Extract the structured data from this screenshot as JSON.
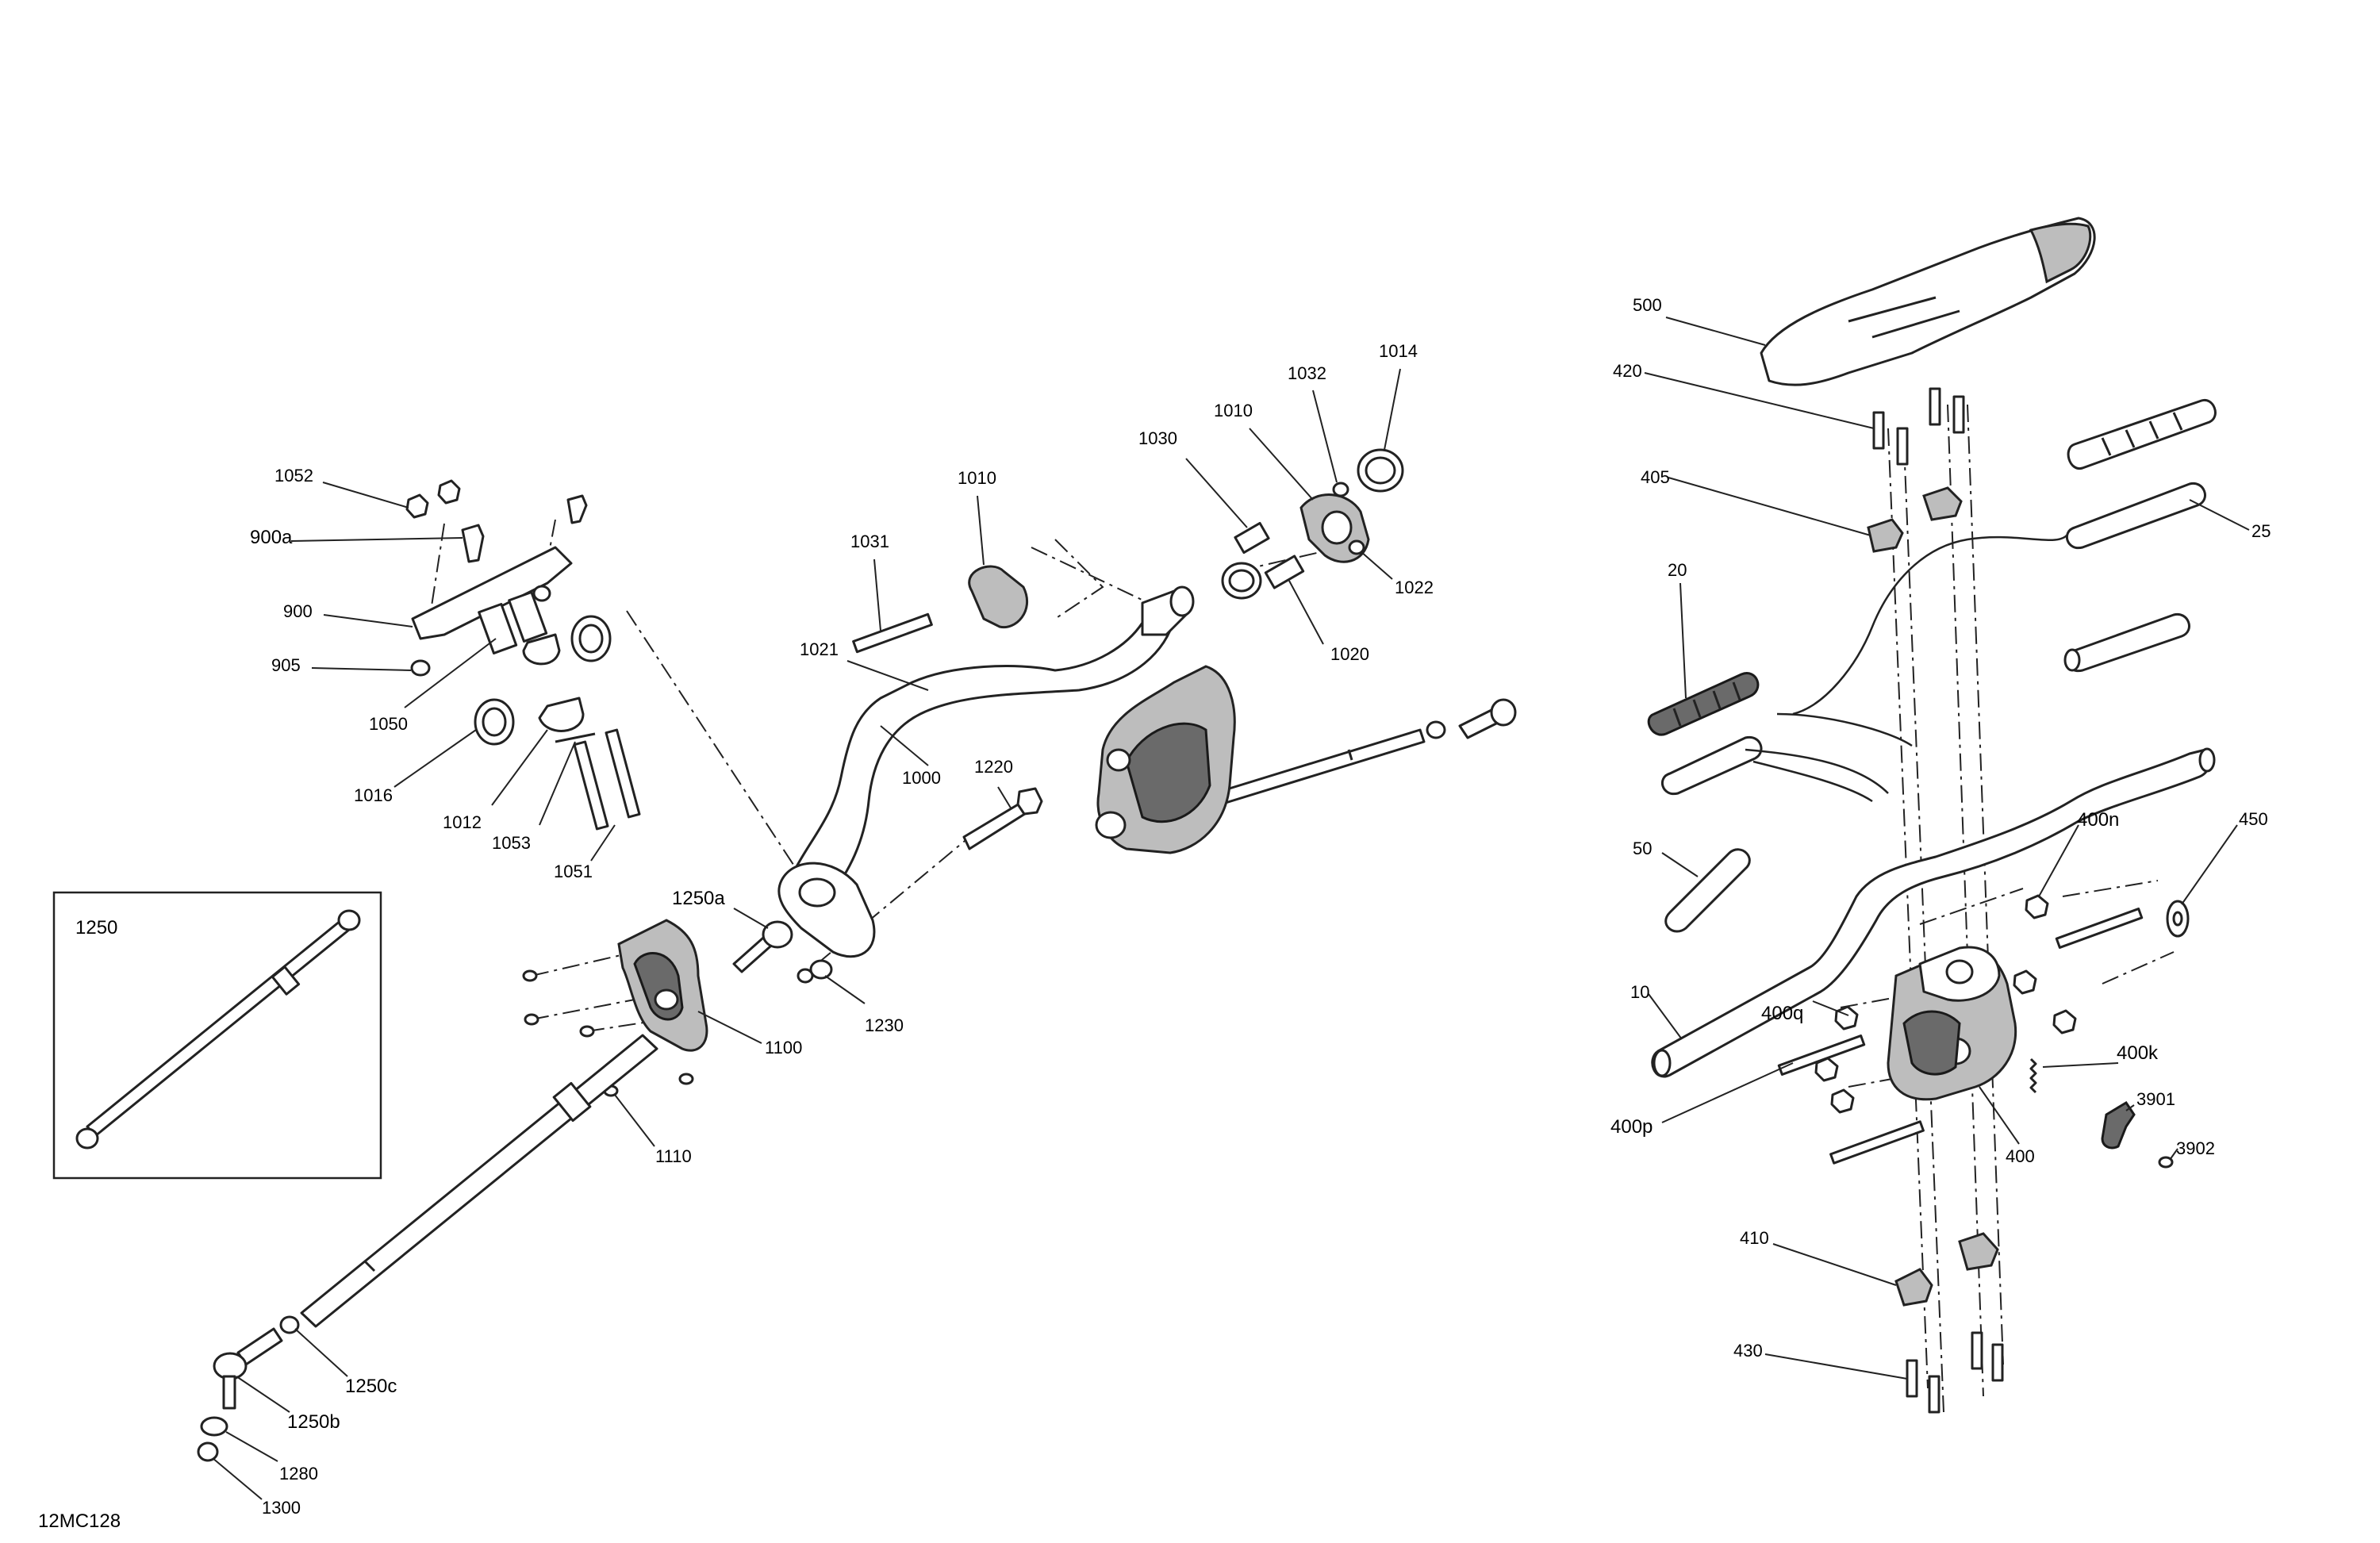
{
  "drawing_id": "12MC128",
  "inset_label": "1250",
  "callouts": {
    "c1052": "1052",
    "c900a": "900a",
    "c900": "900",
    "c905": "905",
    "c1050": "1050",
    "c1016": "1016",
    "c1012": "1012",
    "c1053": "1053",
    "c1051": "1051",
    "c1031": "1031",
    "c1010a": "1010",
    "c1021": "1021",
    "c1000": "1000",
    "c1220": "1220",
    "c1250a": "1250a",
    "c1230": "1230",
    "c1100": "1100",
    "c1110": "1110",
    "c1250c": "1250c",
    "c1250b": "1250b",
    "c1280": "1280",
    "c1300": "1300",
    "c1030": "1030",
    "c1010b": "1010",
    "c1032": "1032",
    "c1014": "1014",
    "c1022": "1022",
    "c1020": "1020",
    "c500": "500",
    "c420": "420",
    "c405": "405",
    "c25": "25",
    "c20": "20",
    "c50": "50",
    "c10": "10",
    "c400n": "400n",
    "c450": "450",
    "c400q": "400q",
    "c400k": "400k",
    "c400p": "400p",
    "c3901": "3901",
    "c3902": "3902",
    "c400": "400",
    "c410": "410",
    "c430": "430"
  }
}
